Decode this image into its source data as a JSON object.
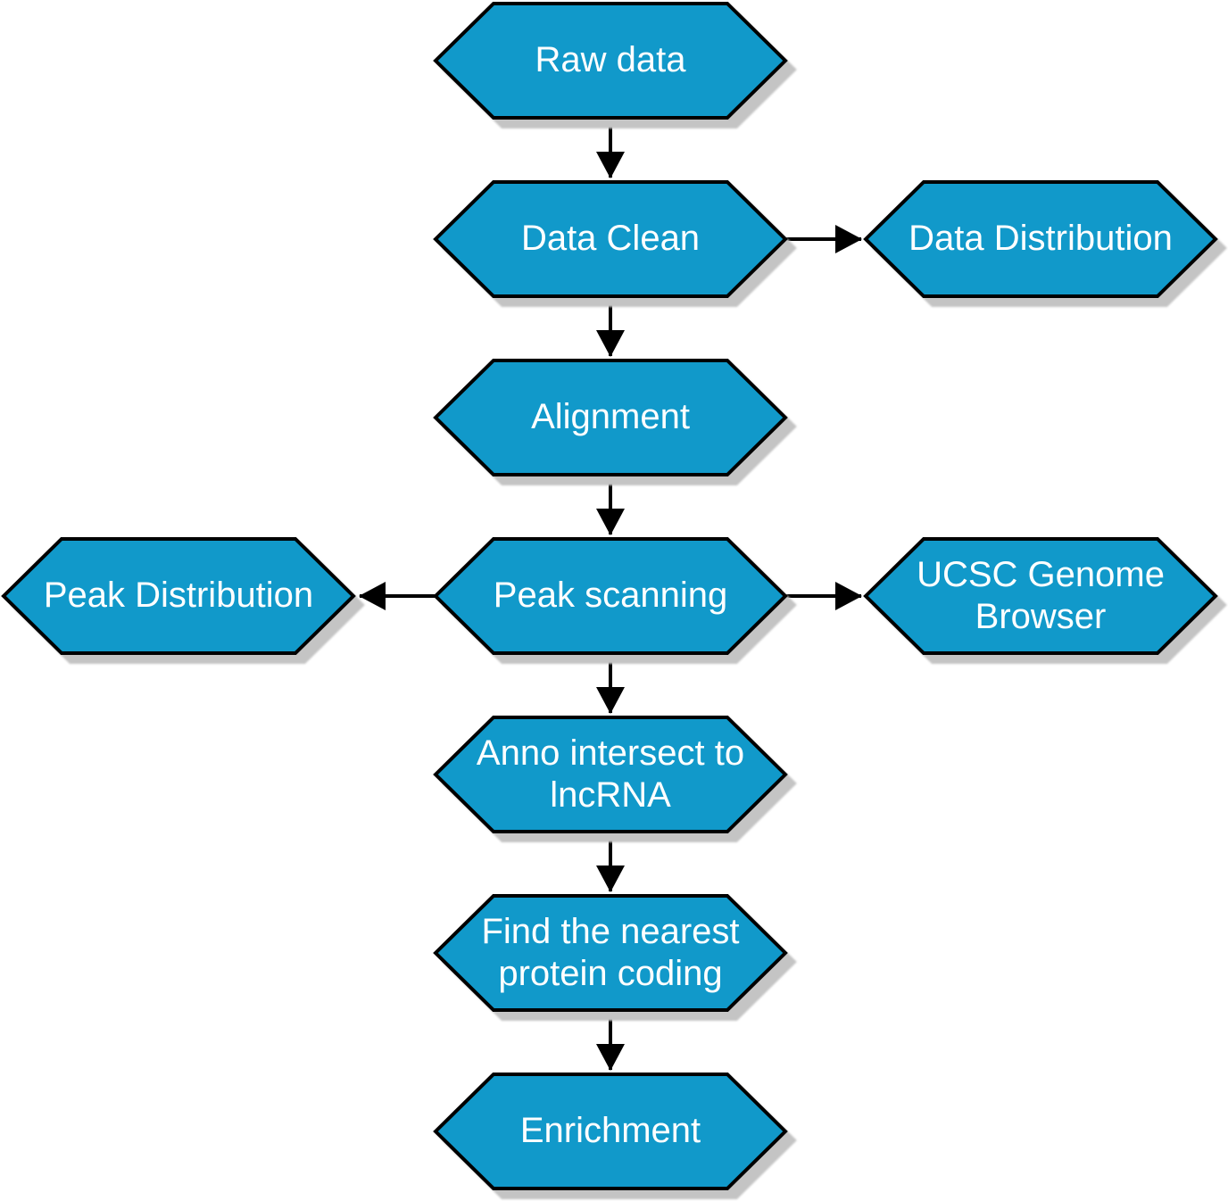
{
  "diagram": {
    "type": "flowchart",
    "colors": {
      "node_fill": "#1199ca",
      "node_border": "#000000",
      "shadow_color": "#c4c4c4",
      "text_color": "#ffffff",
      "edge_color": "#000000",
      "background": "#ffffff"
    },
    "nodes": [
      {
        "id": "raw-data",
        "label": "Raw data",
        "shape": "hexagon"
      },
      {
        "id": "data-clean",
        "label": "Data Clean",
        "shape": "hexagon"
      },
      {
        "id": "data-distribution",
        "label": "Data Distribution",
        "shape": "hexagon"
      },
      {
        "id": "alignment",
        "label": "Alignment",
        "shape": "hexagon"
      },
      {
        "id": "peak-distribution",
        "label": "Peak Distribution",
        "shape": "hexagon"
      },
      {
        "id": "peak-scanning",
        "label": "Peak scanning",
        "shape": "hexagon"
      },
      {
        "id": "ucsc-genome-browser",
        "label": "UCSC Genome Browser",
        "shape": "hexagon"
      },
      {
        "id": "anno-intersect-to-lncrna",
        "label": "Anno intersect to lncRNA",
        "shape": "hexagon"
      },
      {
        "id": "find-nearest-protein-coding",
        "label": "Find the nearest protein coding",
        "shape": "hexagon"
      },
      {
        "id": "enrichment",
        "label": "Enrichment",
        "shape": "hexagon"
      }
    ],
    "edges": [
      {
        "from": "raw-data",
        "to": "data-clean",
        "direction": "down"
      },
      {
        "from": "data-clean",
        "to": "data-distribution",
        "direction": "right"
      },
      {
        "from": "data-clean",
        "to": "alignment",
        "direction": "down"
      },
      {
        "from": "alignment",
        "to": "peak-scanning",
        "direction": "down"
      },
      {
        "from": "peak-scanning",
        "to": "peak-distribution",
        "direction": "left"
      },
      {
        "from": "peak-scanning",
        "to": "ucsc-genome-browser",
        "direction": "right"
      },
      {
        "from": "peak-scanning",
        "to": "anno-intersect-to-lncrna",
        "direction": "down"
      },
      {
        "from": "anno-intersect-to-lncrna",
        "to": "find-nearest-protein-coding",
        "direction": "down"
      },
      {
        "from": "find-nearest-protein-coding",
        "to": "enrichment",
        "direction": "down"
      }
    ]
  }
}
